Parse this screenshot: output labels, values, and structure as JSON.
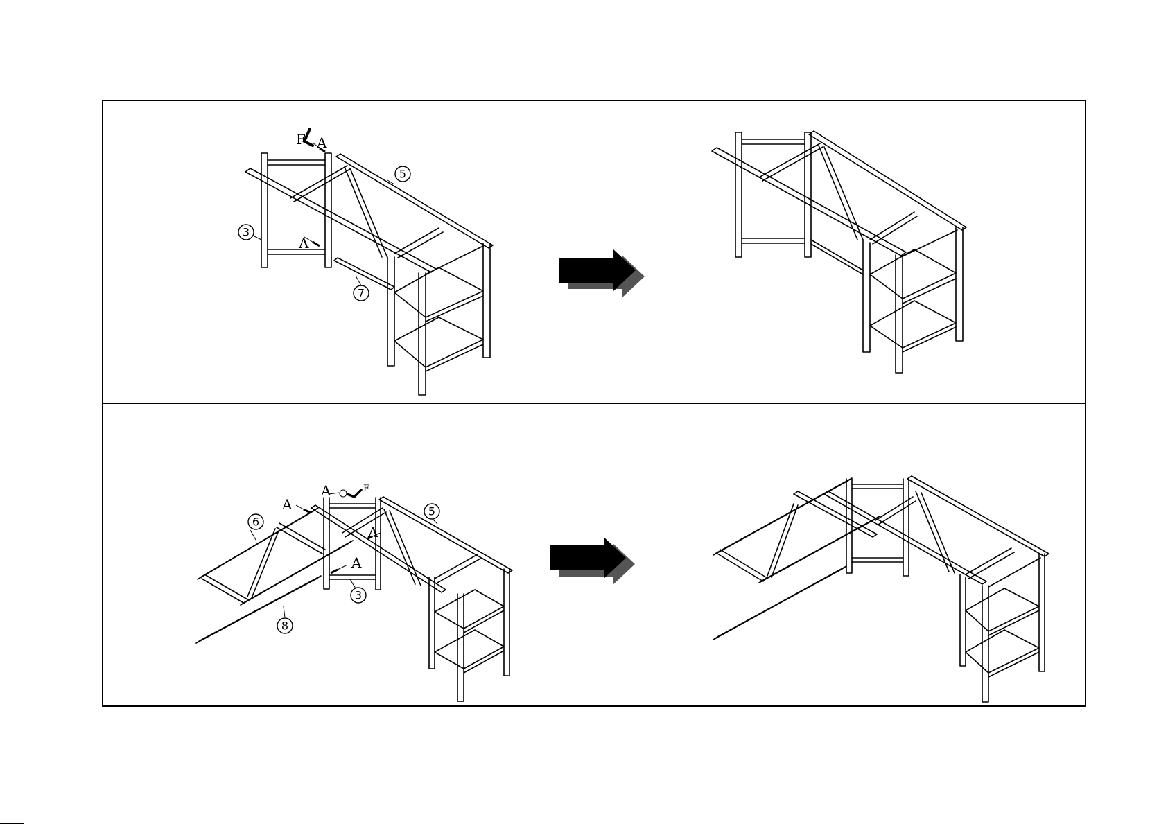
{
  "labels": {
    "screw": "A",
    "wrench": "F",
    "part_3": "3",
    "part_5": "5",
    "part_6": "6",
    "part_7": "7",
    "part_8": "8"
  },
  "icons": {
    "arrow": "right-arrow-icon",
    "wrench": "allen-wrench-icon",
    "screw": "screw-icon"
  },
  "colors": {
    "line": "#000000",
    "background": "#ffffff"
  }
}
